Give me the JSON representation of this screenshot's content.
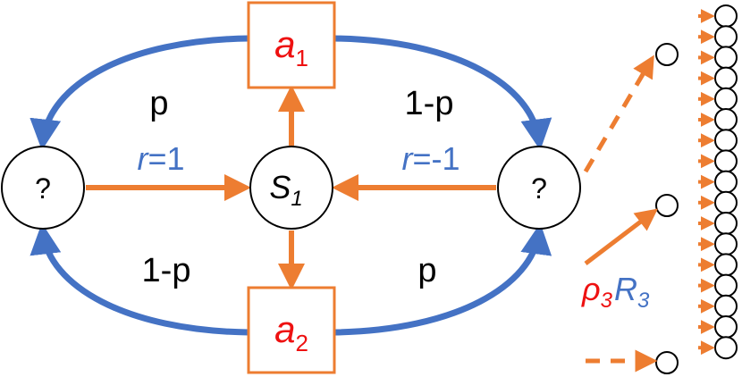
{
  "colors": {
    "blue": "#4472C4",
    "orange": "#ED7D31",
    "red": "#EE1111",
    "black": "#000000"
  },
  "nodes": {
    "left_state": "?",
    "right_state": "?",
    "center_state": {
      "base": "S",
      "sub": "1"
    },
    "action_top": {
      "base": "a",
      "sub": "1"
    },
    "action_bottom": {
      "base": "a",
      "sub": "2"
    }
  },
  "edge_labels": {
    "top_left_prob": "p",
    "top_right_prob": "1-p",
    "bottom_left_prob": "1-p",
    "bottom_right_prob": "p",
    "reward_left": {
      "var": "r",
      "value": "=1"
    },
    "reward_right": {
      "var": "r",
      "value": "=-1"
    }
  },
  "side_label": {
    "rho": "ρ",
    "rho_sub": "3",
    "R": "R",
    "R_sub": "3"
  }
}
